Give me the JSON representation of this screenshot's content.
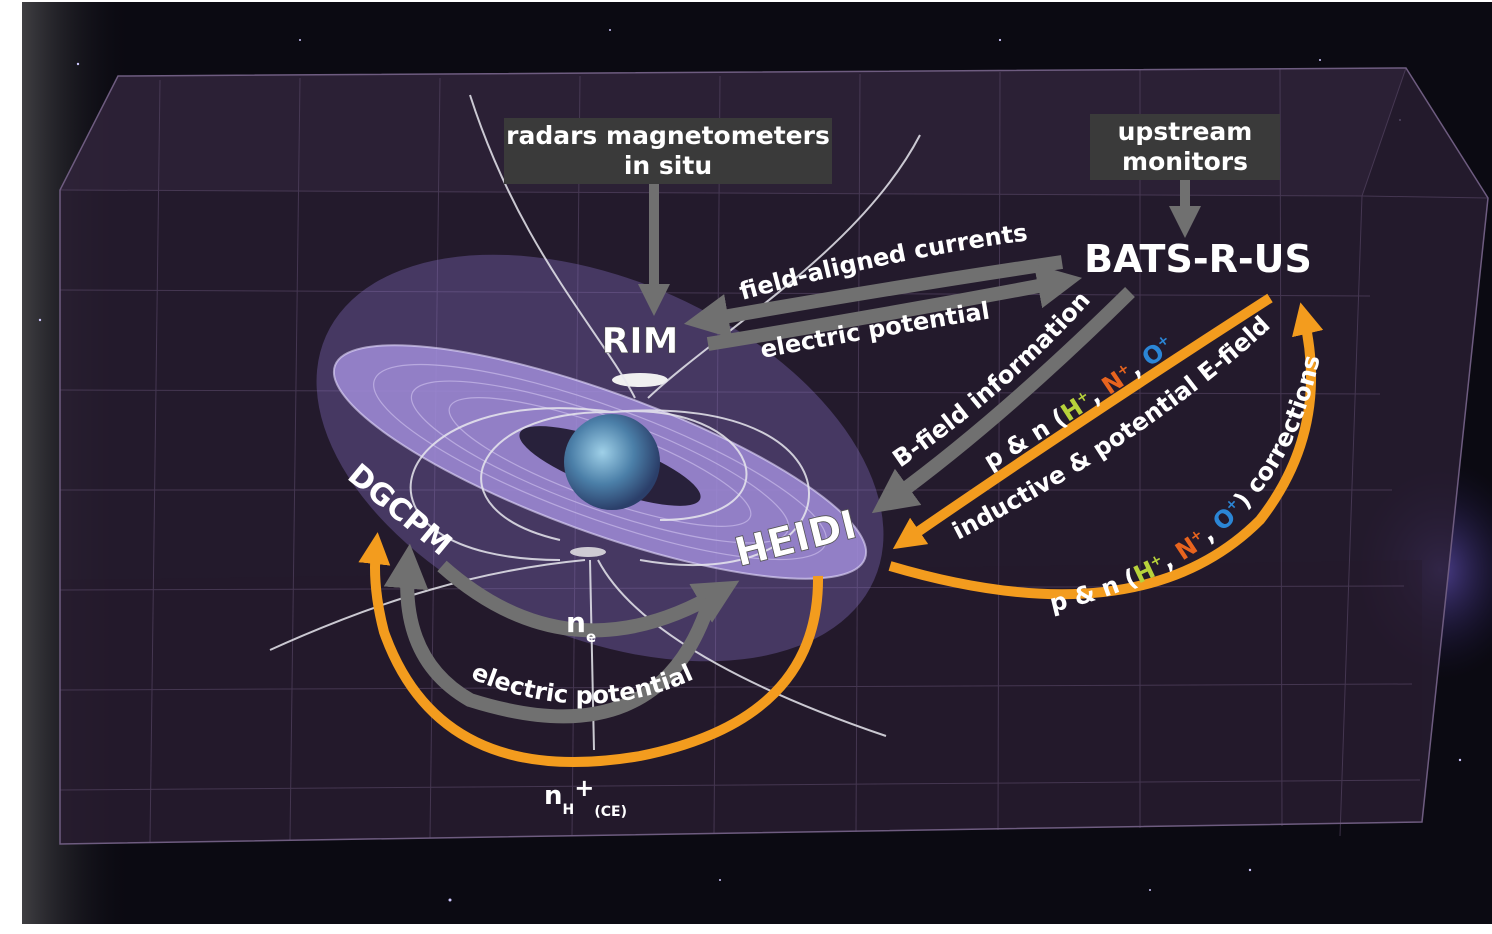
{
  "colors": {
    "background_space": "#0b0a12",
    "box_fill": "#2a1f33",
    "grid": "#5b4a6a",
    "gray_arrow": "#707070",
    "orange_arrow": "#f39c1e",
    "label_box": "#3a3a3a",
    "disk": "#a08cd8",
    "h_ion": "#b7d23b",
    "n_ion": "#e8641e",
    "o_ion": "#2b86d6"
  },
  "sources": {
    "radars": {
      "line1": "radars magnetometers",
      "line2": "in situ"
    },
    "upstream": {
      "line1": "upstream",
      "line2": "monitors"
    }
  },
  "models": {
    "rim": "RIM",
    "bats": "BATS-R-US",
    "heidi": "HEIDI",
    "dgcpm": "DGCPM"
  },
  "couplings": {
    "field_aligned_currents": "field-aligned currents",
    "electric_potential_top": "electric potential",
    "bfield_info": "B-field information",
    "pn_prefix": "p & n (",
    "h_ion": "H",
    "n_ion": "N",
    "o_ion": "O",
    "ion_sup": "+",
    "sep": ", ",
    "close": ")",
    "inductive": "inductive & potential E-field",
    "corrections_suffix": ") corrections",
    "ne_main": "n",
    "ne_sub": "e",
    "electric_potential_bottom": "electric potential",
    "nh_main": "n",
    "nh_sub": "H",
    "nh_plus": "+",
    "nh_ce": "(CE)"
  }
}
